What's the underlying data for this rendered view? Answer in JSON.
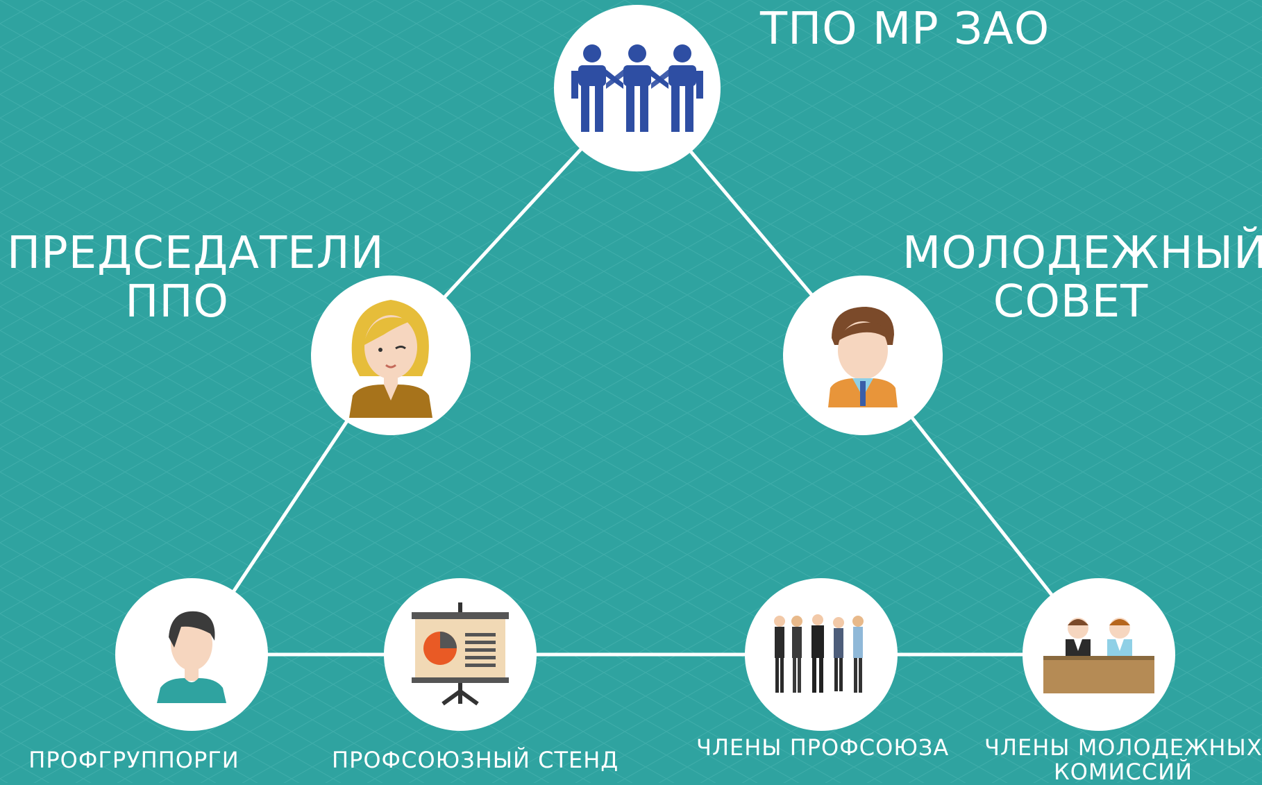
{
  "nodes": {
    "top": {
      "label": "ТПО МР ЗАО",
      "icon": "team-people-icon"
    },
    "left_mid": {
      "label_line1": "ПРЕДСЕДАТЕЛИ",
      "label_line2": "ППО",
      "icon": "woman-avatar-icon"
    },
    "right_mid": {
      "label_line1": "МОЛОДЕЖНЫЙ",
      "label_line2": "СОВЕТ",
      "icon": "man-avatar-icon"
    },
    "bottom_1": {
      "label": "ПРОФГРУППОРГИ",
      "icon": "woman-short-hair-avatar-icon"
    },
    "bottom_2": {
      "label": "ПРОФСОЮЗНЫЙ СТЕНД",
      "icon": "presentation-board-icon"
    },
    "bottom_3": {
      "label": "ЧЛЕНЫ ПРОФСОЮЗА",
      "icon": "group-people-icon"
    },
    "bottom_4": {
      "label_line1": "ЧЛЕНЫ МОЛОДЕЖНЫХ",
      "label_line2": "КОМИССИЙ",
      "icon": "commission-desk-icon"
    }
  },
  "colors": {
    "background": "#2fa3a0",
    "line": "#ffffff",
    "circle": "#ffffff",
    "text": "#ffffff",
    "team_icon": "#2e4ea3",
    "hair_blonde": "#e6bd3a",
    "hair_brown": "#7b4a2a",
    "skin": "#f6d6bf",
    "jacket_orange": "#e8953a",
    "board": "#f1d9b5",
    "pie_orange": "#e95a25",
    "desk": "#b58b55"
  }
}
